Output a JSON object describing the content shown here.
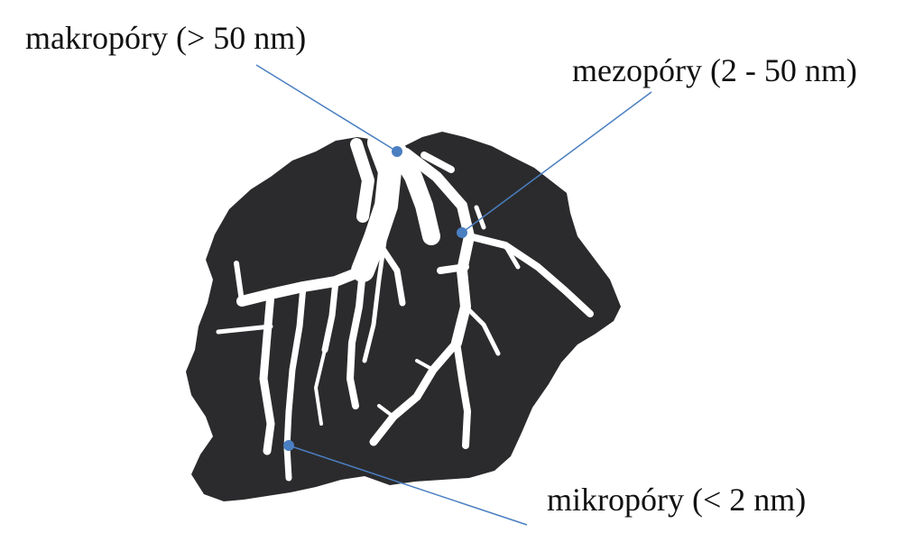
{
  "labels": {
    "macropores": "makropóry (> 50 nm)",
    "mesopores": "mezopóry (2 - 50 nm)",
    "micropores": "mikropóry (< 2 nm)"
  },
  "colors": {
    "particle": "#2b2b2d",
    "pores": "#ffffff",
    "leader_line": "#4a7fc1",
    "marker": "#4a7fc1",
    "text": "#111111"
  }
}
